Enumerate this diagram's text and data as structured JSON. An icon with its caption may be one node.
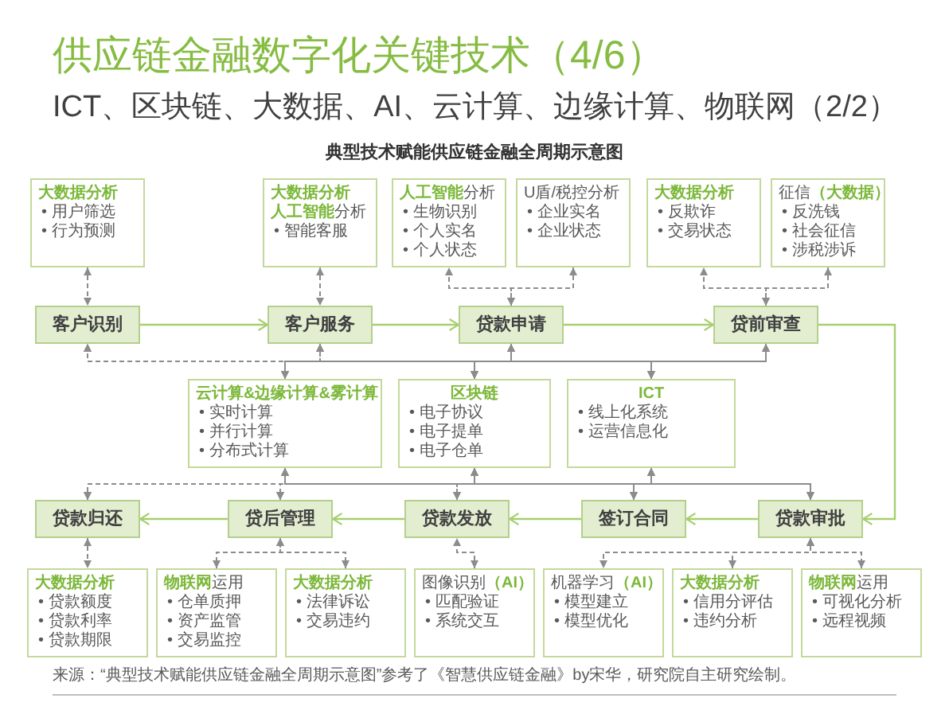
{
  "diagram": {
    "title": "供应链金融数字化关键技术（4/6）",
    "nodes": [
      {
        "text": [
          "大数据分析",
          "• 用户筛选",
          "• 行为预测"
        ]
      },
      {
        "text": [
          "大数据分析",
          "**人工智能**分析",
          "• 智能客服"
        ]
      },
      {
        "text": [
          "**人工智能**分析",
          "• 生物识别",
          "• 个人实名",
          "• 个人状态"
        ]
      },
      {
        "text": [
          "U盾/税控分析",
          "• 企业实名",
          "• 企业状态"
        ]
      },
      {
        "text": [
          "大数据分析",
          "• 反欺诈",
          "• 交易状态"
        ]
      },
      {
        "text": [
          "征信**（大数据）**",
          "• 反洗钱",
          "• 社会征信",
          "• 涉税涉诉"
        ]
      },
      {
        "text": [
          "客户识别"
        ]
      },
      {
        "text": [
          "客户服务"
        ]
      },
      {
        "text": [
          "贷款申请"
        ]
      },
      {
        "text": [
          "贷前审查"
        ]
      },
      {
        "text": [
          "云计算&边缘计算&雾计算",
          "• 实时计算",
          "• 并行计算",
          "• 分布式计算"
        ]
      },
      {
        "text": [
          "区块链",
          "• 电子协议",
          "• 电子提单",
          "• 电子仓单"
        ]
      },
      {
        "text": [
          "ICT",
          "• 线上化系统",
          "• 运营信息化"
        ]
      },
      {
        "text": [
          "贷款归还"
        ]
      },
      {
        "text": [
          "贷后管理"
        ]
      },
      {
        "text": [
          "贷款发放"
        ]
      },
      {
        "text": [
          "签订合同"
        ]
      },
      {
        "text": [
          "贷款审批"
        ]
      },
      {
        "text": [
          "大数据分析",
          "• 贷款额度",
          "• 贷款利率",
          "• 贷款期限"
        ]
      },
      {
        "text": [
          "**物联网**运用",
          "• 仓单质押",
          "• 资产监管",
          "• 交易监控"
        ]
      },
      {
        "text": [
          "大数据分析",
          "• 法律诉讼",
          "• 交易违约"
        ]
      },
      {
        "text": [
          "图像识别**（AI）**",
          "• 匹配验证",
          "• 系统交互"
        ]
      },
      {
        "text": [
          "机器学习**（AI）**",
          "• 模型建立",
          "• 模型优化"
        ]
      },
      {
        "text": [
          "大数据分析",
          "• 信用分评估",
          "• 违约分析"
        ]
      },
      {
        "text": [
          "**物联网**运用",
          "• 可视化分析",
          "• 远程视频"
        ]
      }
    ],
    "edges": [
      {
        "from": 6,
        "to": 7,
        "arrow": "to",
        "color": "#a6cf6f"
      },
      {
        "from": 7,
        "to": 8,
        "arrow": "to",
        "color": "#a6cf6f"
      },
      {
        "from": 8,
        "to": 9,
        "arrow": "to",
        "color": "#a6cf6f"
      },
      {
        "from": 9,
        "to": 17,
        "arrow": "to",
        "color": "#a6cf6f"
      },
      {
        "from": 17,
        "to": 16,
        "arrow": "to",
        "color": "#a6cf6f"
      },
      {
        "from": 16,
        "to": 15,
        "arrow": "to",
        "color": "#a6cf6f"
      },
      {
        "from": 15,
        "to": 14,
        "arrow": "to",
        "color": "#a6cf6f"
      },
      {
        "from": 14,
        "to": 13,
        "arrow": "to",
        "color": "#a6cf6f"
      },
      {
        "from": 0,
        "to": 6,
        "arrow": "both",
        "style": "dashed"
      },
      {
        "from": 1,
        "to": 7,
        "arrow": "both",
        "style": "dashed"
      },
      {
        "from": 2,
        "to": 8,
        "arrow": "both",
        "style": "dashed"
      },
      {
        "from": 3,
        "to": 8,
        "arrow": "both",
        "style": "dashed"
      },
      {
        "from": 4,
        "to": 9,
        "arrow": "both",
        "style": "dashed"
      },
      {
        "from": 5,
        "to": 9,
        "arrow": "both",
        "style": "dashed"
      },
      {
        "from": 6,
        "to": 10,
        "arrow": "both",
        "style": "dashed"
      },
      {
        "from": 6,
        "to": 11,
        "arrow": "both",
        "style": "dashed"
      },
      {
        "from": 6,
        "to": 12,
        "arrow": "both",
        "style": "dashed"
      },
      {
        "from": 7,
        "to": 10,
        "arrow": "both",
        "style": "dashed"
      },
      {
        "from": 7,
        "to": 11,
        "arrow": "both",
        "style": "dashed"
      },
      {
        "from": 7,
        "to": 12,
        "arrow": "both",
        "style": "dashed"
      },
      {
        "from": 8,
        "to": 10,
        "arrow": "both"
      },
      {
        "from": 8,
        "to": 11,
        "arrow": "both"
      },
      {
        "from": 8,
        "to": 12,
        "arrow": "both"
      },
      {
        "from": 9,
        "to": 10,
        "arrow": "both"
      },
      {
        "from": 9,
        "to": 11,
        "arrow": "both"
      },
      {
        "from": 9,
        "to": 12,
        "arrow": "both"
      },
      {
        "from": 10,
        "to": 13,
        "arrow": "both",
        "style": "dashed"
      },
      {
        "from": 10,
        "to": 14,
        "arrow": "both",
        "style": "dashed"
      },
      {
        "from": 10,
        "to": 15,
        "arrow": "both",
        "style": "dashed"
      },
      {
        "from": 10,
        "to": 16,
        "arrow": "both",
        "style": "dashed"
      },
      {
        "from": 10,
        "to": 17,
        "arrow": "both"
      },
      {
        "from": 11,
        "to": 13,
        "arrow": "both",
        "style": "dashed"
      },
      {
        "from": 11,
        "to": 14,
        "arrow": "both",
        "style": "dashed"
      },
      {
        "from": 11,
        "to": 15,
        "arrow": "both",
        "style": "dashed"
      },
      {
        "from": 11,
        "to": 16,
        "arrow": "both",
        "style": "dashed"
      },
      {
        "from": 11,
        "to": 17,
        "arrow": "both"
      },
      {
        "from": 12,
        "to": 13,
        "arrow": "both",
        "style": "dashed"
      },
      {
        "from": 12,
        "to": 14,
        "arrow": "both",
        "style": "dashed"
      },
      {
        "from": 12,
        "to": 15,
        "arrow": "both",
        "style": "dashed"
      },
      {
        "from": 12,
        "to": 16,
        "arrow": "both",
        "style": "dashed"
      },
      {
        "from": 12,
        "to": 17,
        "arrow": "both"
      },
      {
        "from": 13,
        "to": 18,
        "arrow": "both",
        "style": "dashed"
      },
      {
        "from": 14,
        "to": 19,
        "arrow": "both",
        "style": "dashed"
      },
      {
        "from": 14,
        "to": 20,
        "arrow": "both",
        "style": "dashed"
      },
      {
        "from": 15,
        "to": 21,
        "arrow": "both",
        "style": "dashed"
      },
      {
        "from": 17,
        "to": 22,
        "arrow": "both",
        "style": "dashed"
      },
      {
        "from": 17,
        "to": 23,
        "arrow": "both",
        "style": "dashed"
      },
      {
        "from": 17,
        "to": 24,
        "arrow": "both",
        "style": "dashed"
      }
    ],
    "labels": [
      "ICT、区块链、大数据、AI、云计算、边缘计算、物联网（2/2）",
      "典型技术赋能供应链金融全周期示意图",
      "来源：“典型技术赋能供应链金融全周期示意图”参考了《智慧供应链金融》by宋华，研究院自主研究绘制。"
    ]
  }
}
